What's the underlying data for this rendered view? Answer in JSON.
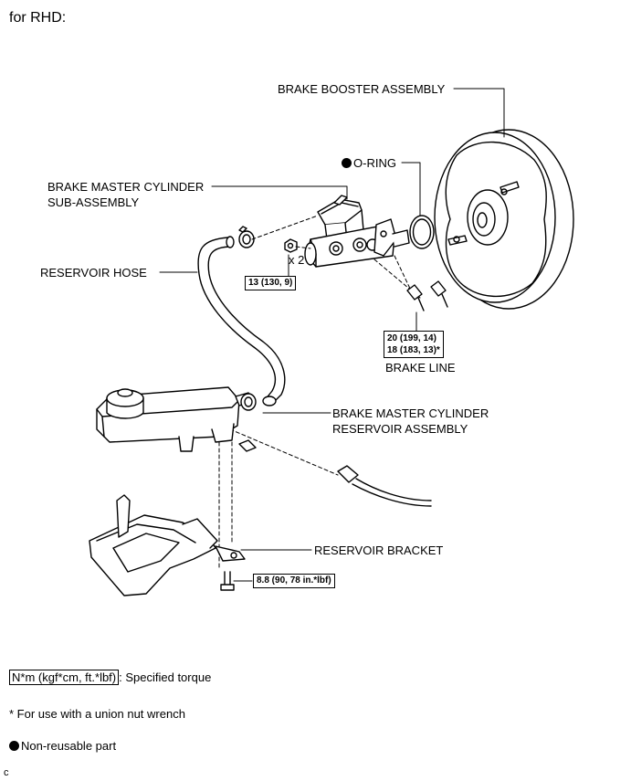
{
  "header": {
    "title": "for RHD:"
  },
  "labels": {
    "booster": "BRAKE BOOSTER ASSEMBLY",
    "oring": "O-RING",
    "master_cyl_line1": "BRAKE MASTER CYLINDER",
    "master_cyl_line2": "SUB-ASSEMBLY",
    "reservoir_hose": "RESERVOIR HOSE",
    "qty": "x 2",
    "brake_line": "BRAKE LINE",
    "reservoir_line1": "BRAKE MASTER CYLINDER",
    "reservoir_line2": "RESERVOIR ASSEMBLY",
    "reservoir_bracket": "RESERVOIR BRACKET"
  },
  "torques": {
    "nut": "13 (130, 9)",
    "brake_line_1": "20 (199, 14)",
    "brake_line_2": "18 (183, 13)*",
    "bracket_bolt": "8.8 (90, 78 in.*lbf)"
  },
  "legend": {
    "torque_box": "N*m (kgf*cm, ft.*lbf)",
    "torque_text": ": Specified torque",
    "union_note": "* For use with a union nut wrench",
    "nonreusable": "Non-reusable part"
  },
  "footer": {
    "code": "c"
  }
}
